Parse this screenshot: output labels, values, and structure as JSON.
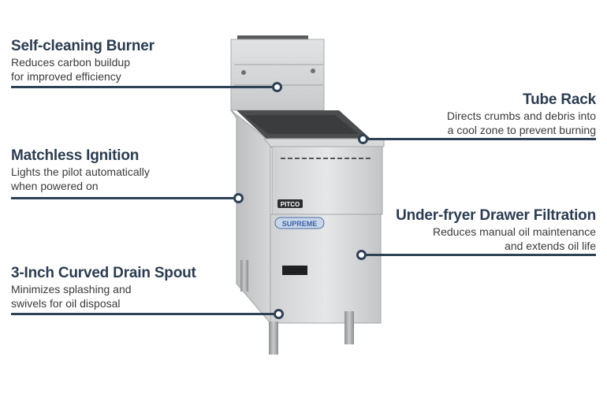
{
  "features": [
    {
      "id": "self-cleaning-burner",
      "title": "Self-cleaning Burner",
      "lines": [
        "Reduces carbon buildup",
        "for improved efficiency"
      ]
    },
    {
      "id": "tube-rack",
      "title": "Tube Rack",
      "lines": [
        "Directs crumbs and debris into",
        "a cool zone to prevent burning"
      ]
    },
    {
      "id": "matchless-ignition",
      "title": "Matchless Ignition",
      "lines": [
        "Lights the pilot automatically",
        "when powered on"
      ]
    },
    {
      "id": "under-fryer-drawer-filtration",
      "title": "Under-fryer Drawer Filtration",
      "lines": [
        "Reduces manual oil maintenance",
        "and extends oil life"
      ]
    },
    {
      "id": "curved-drain-spout",
      "title": "3-Inch Curved Drain Spout",
      "lines": [
        "Minimizes splashing and",
        "swivels for oil disposal"
      ]
    }
  ],
  "product": {
    "brand_badge": "PITCO",
    "model_badge": "SUPREME"
  },
  "colors": {
    "title": "#2b3d51",
    "line": "#2e4256",
    "body_text": "#3a3a3a"
  }
}
